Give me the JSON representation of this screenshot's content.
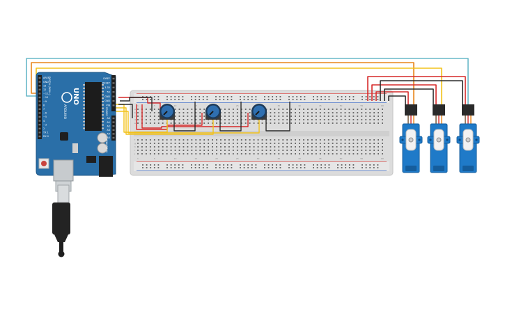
{
  "canvas": {
    "background": "#ffffff"
  },
  "arduino": {
    "model_label": "UNO",
    "brand_label": "ARDUINO",
    "digital_label": "DIGITAL (PWM~)",
    "power_label": "POWER",
    "analog_label": "ANALOG IN",
    "power_pins": [
      "IOREF",
      "RESET",
      "3.3V",
      "5V",
      "GND",
      "GND",
      "VIN"
    ],
    "analog_pins": [
      "A0",
      "A1",
      "A2",
      "A3",
      "A4",
      "A5"
    ],
    "digital_pins": [
      "AREF",
      "GND",
      "13",
      "12",
      "~11",
      "~10",
      "~9",
      "8",
      "7",
      "~6",
      "~5",
      "4",
      "~3",
      "2",
      "TX 1",
      "RX 0"
    ],
    "board_color": "#2a6fa8"
  },
  "breadboard": {
    "column_numbers": [
      "1",
      "5",
      "10",
      "15",
      "20",
      "25",
      "30",
      "35",
      "40",
      "45",
      "50",
      "55",
      "60"
    ],
    "row_letters_top": [
      "a",
      "b",
      "c",
      "d",
      "e"
    ],
    "row_letters_bottom": [
      "f",
      "g",
      "h",
      "i",
      "j"
    ]
  },
  "components": {
    "potentiometers": 3,
    "servos": 3
  },
  "wire_colors": {
    "red": "#d62a2a",
    "black": "#2b2b2b",
    "orange": "#e8851c",
    "yellow": "#f2c21b",
    "cyan": "#68b8c8"
  }
}
